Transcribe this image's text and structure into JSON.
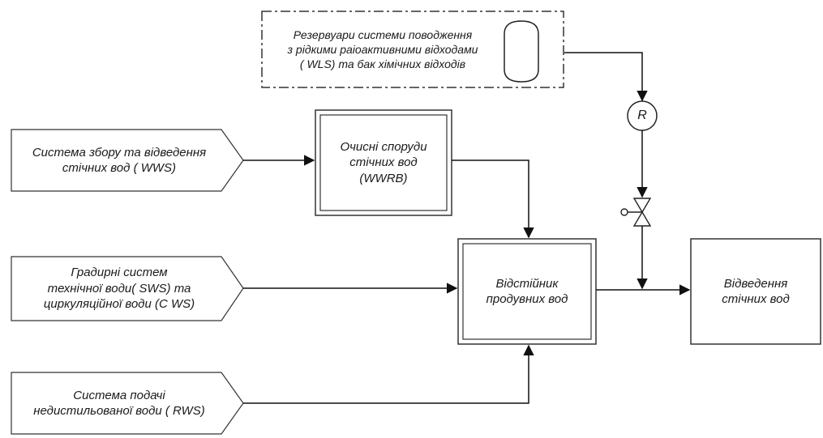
{
  "diagram": {
    "tanks": {
      "lines": [
        "Резервуари системи  поводження",
        "з рідкими раіоактивними відходами",
        "( WLS) та бак хімічних відходів"
      ]
    },
    "wws": {
      "lines": [
        "Система збору та відведення",
        "стічних вод ( WWS)"
      ]
    },
    "wwrb": {
      "lines": [
        "Очисні споруди",
        "стічних вод",
        "(WWRB)"
      ]
    },
    "sws": {
      "lines": [
        "Градирні систем",
        "технічної води( SWS) та",
        "циркуляційної води (C WS)"
      ]
    },
    "settler": {
      "lines": [
        "Відстійник",
        "продувних вод"
      ]
    },
    "rws": {
      "lines": [
        "Система подачі",
        "недистильованої води ( RWS)"
      ]
    },
    "discharge": {
      "lines": [
        "Відведення",
        "стічних вод"
      ]
    },
    "meter": {
      "symbol": "R"
    }
  }
}
